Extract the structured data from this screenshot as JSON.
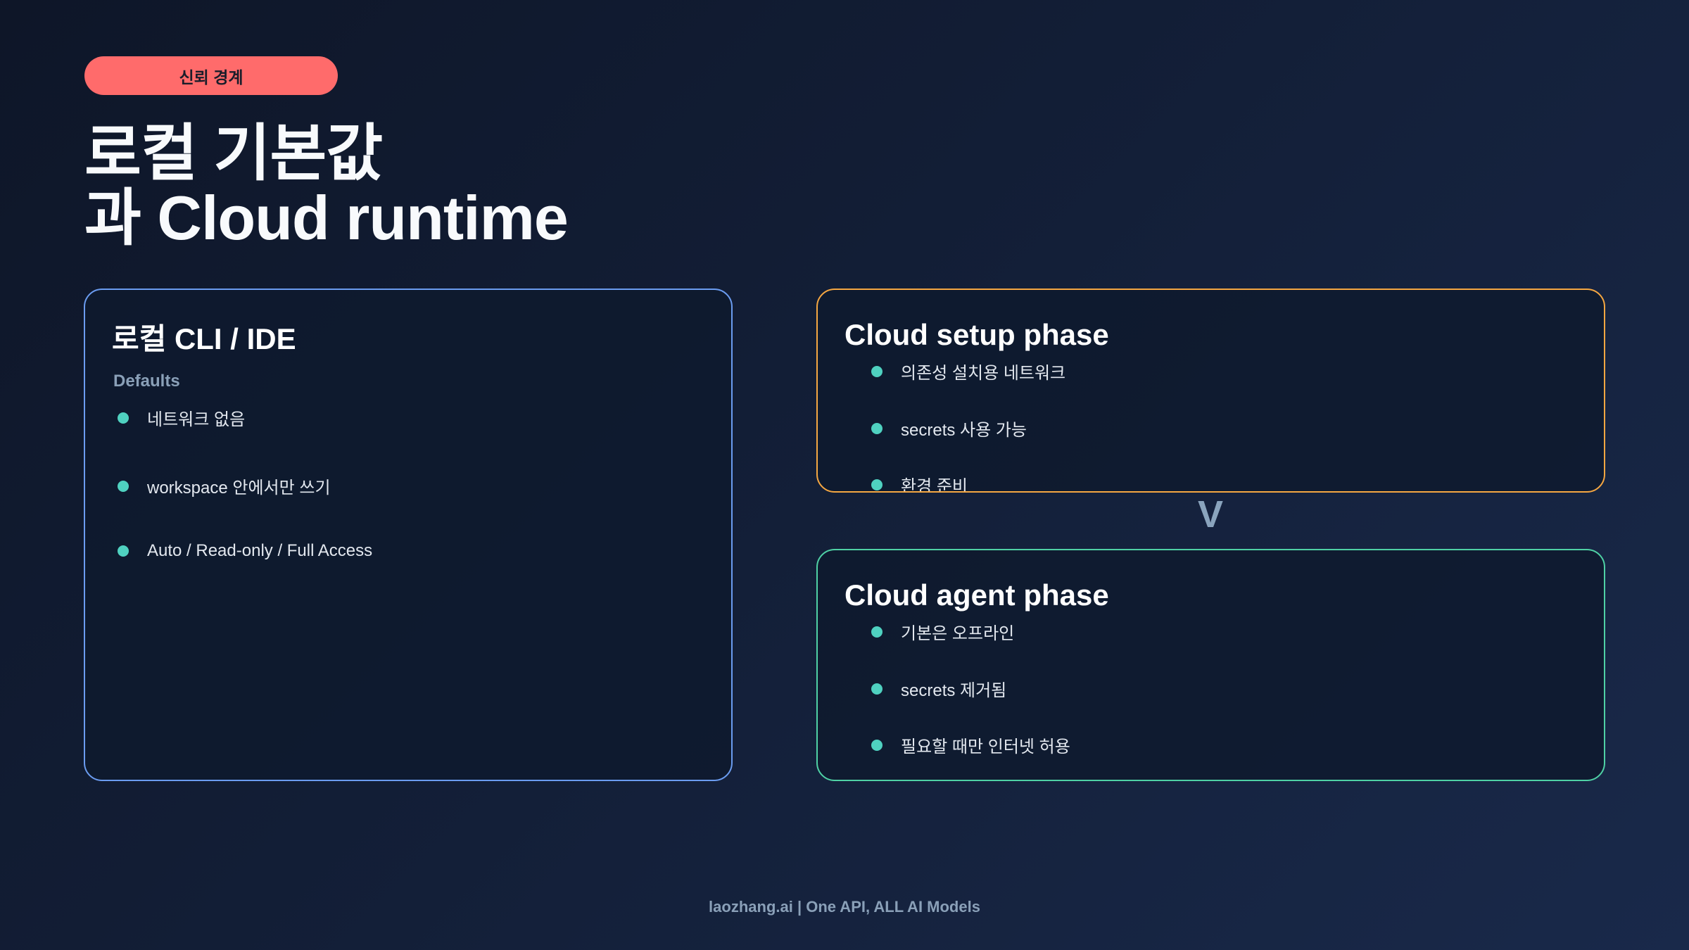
{
  "badge": "신뢰 경계",
  "title": {
    "line1": "로컬 기본값",
    "line2": "과 Cloud runtime"
  },
  "local_card": {
    "title": "로컬 CLI / IDE",
    "subtitle": "Defaults",
    "items": [
      "네트워크 없음",
      "workspace 안에서만 쓰기",
      "Auto / Read-only / Full Access"
    ],
    "border_color": "#6b9cf0"
  },
  "setup_card": {
    "title": "Cloud setup phase",
    "items": [
      "의존성 설치용 네트워크",
      "secrets 사용 가능",
      "환경 준비"
    ],
    "border_color": "#f5a742"
  },
  "arrow": "V",
  "agent_card": {
    "title": "Cloud agent phase",
    "items": [
      "기본은 오프라인",
      "secrets 제거됨",
      "필요할 때만 인터넷 허용"
    ],
    "border_color": "#4fd1a5"
  },
  "footer": "laozhang.ai | One API, ALL AI Models",
  "colors": {
    "badge": "#ff6b6b",
    "bullet": "#4fd1c0"
  }
}
